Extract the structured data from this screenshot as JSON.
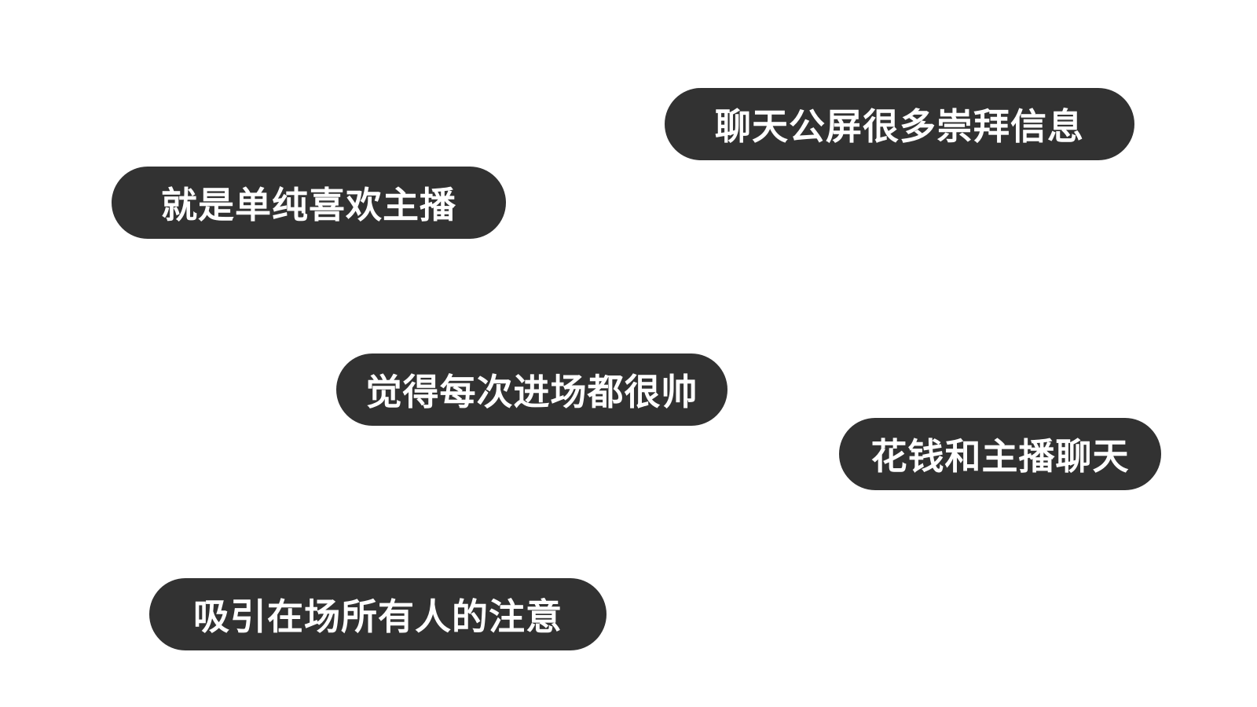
{
  "bubbles": [
    {
      "text": "聊天公屏很多崇拜信息"
    },
    {
      "text": "就是单纯喜欢主播"
    },
    {
      "text": "觉得每次进场都很帅"
    },
    {
      "text": "花钱和主播聊天"
    },
    {
      "text": "吸引在场所有人的注意"
    }
  ],
  "colors": {
    "background": "#ffffff",
    "bubble_fill": "#323232",
    "bubble_text": "#ffffff"
  }
}
